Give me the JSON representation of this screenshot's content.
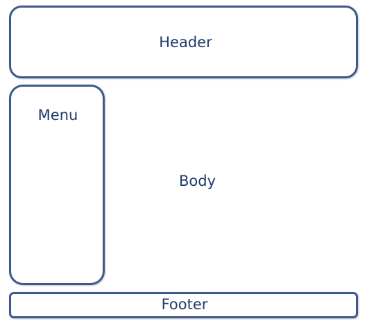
{
  "diagram": {
    "header_label": "Header",
    "menu_label": "Menu",
    "body_label": "Body",
    "footer_label": "Footer"
  },
  "colors": {
    "border": "#3b5a8c",
    "text": "#1f3a6b",
    "background": "#ffffff"
  }
}
